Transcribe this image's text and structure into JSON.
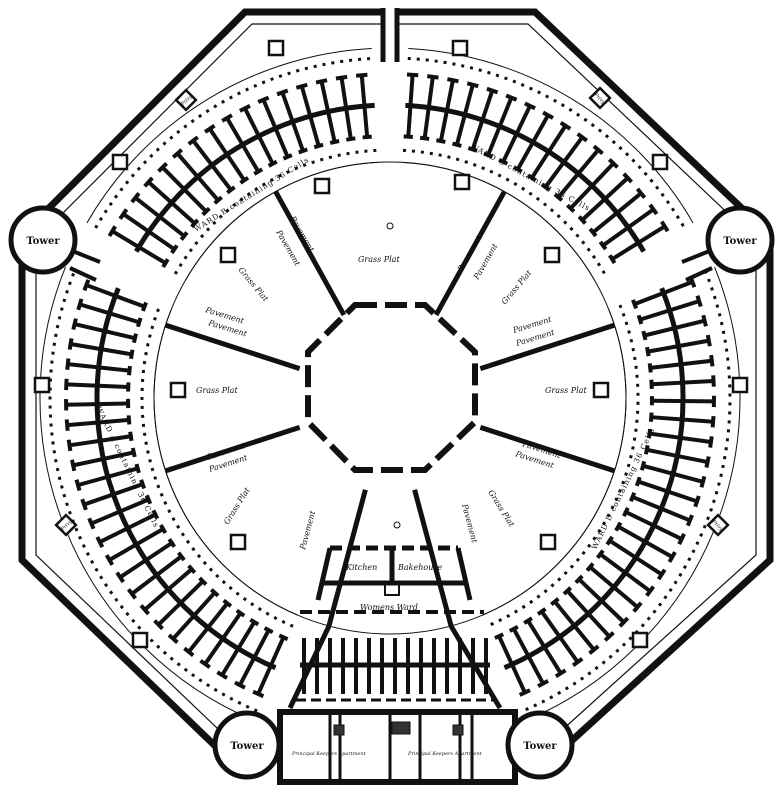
{
  "plan": {
    "towers": [
      "Tower",
      "Tower",
      "Tower",
      "Tower"
    ],
    "grass_plats": [
      "Grass Plat",
      "Grass Plat",
      "Grass Plat",
      "Grass Plat",
      "Grass Plat",
      "Grass Plat"
    ],
    "pavement": "Pavement",
    "wards": {
      "a": "WARD A containing 36 Cells",
      "b": "WARD B containing 36 Cells",
      "c": "WARD C containing 36 Cells",
      "d": "WARD D containing 36 Cells"
    },
    "kitchen": "Kitchen",
    "bakehouse": "Bakehouse",
    "womens_ward": "Womens Ward",
    "apartments": [
      "Principal Keepers Apartment",
      "Principal Keepers Apartment"
    ],
    "privy": "Privy"
  },
  "colors": {
    "ink": "#111111",
    "paper": "#ffffff"
  }
}
